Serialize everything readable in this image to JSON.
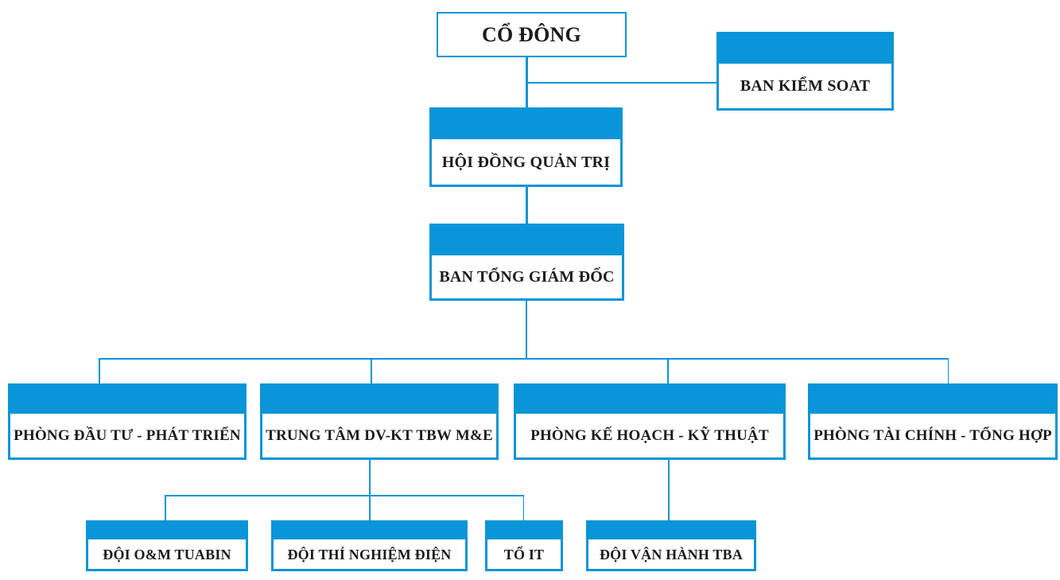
{
  "theme": {
    "accent_color": "#0995d7",
    "text_color": "#1d1b1c",
    "background_color": "#ffffff"
  },
  "org_chart": {
    "type": "organizational-chart",
    "nodes": {
      "shareholders": {
        "label": "CỔ ĐÔNG"
      },
      "supervisory_board": {
        "label": "BAN KIỂM SOAT"
      },
      "board_of_directors": {
        "label": "HỘI ĐỒNG QUẢN TRỊ"
      },
      "general_directorate": {
        "label": "BAN TỔNG GIÁM ĐỐC"
      },
      "dept_investment": {
        "label": "PHÒNG ĐẦU TƯ - PHÁT TRIỂN"
      },
      "dept_service_center": {
        "label": "TRUNG TÂM DV-KT TBW M&E"
      },
      "dept_planning": {
        "label": "PHÒNG KẾ HOẠCH - KỸ THUẬT"
      },
      "dept_finance": {
        "label": "PHÒNG TÀI CHÍNH - TỔNG HỢP"
      },
      "team_om_turbine": {
        "label": "ĐỘI O&M TUABIN"
      },
      "team_elec_testing": {
        "label": "ĐỘI THÍ NGHIỆM ĐIỆN"
      },
      "team_it": {
        "label": "TỔ IT"
      },
      "team_substation_ops": {
        "label": "ĐỘI VẬN HÀNH TBA"
      }
    },
    "edges": [
      [
        "shareholders",
        "board_of_directors"
      ],
      [
        "shareholders",
        "supervisory_board"
      ],
      [
        "board_of_directors",
        "general_directorate"
      ],
      [
        "general_directorate",
        "dept_investment"
      ],
      [
        "general_directorate",
        "dept_service_center"
      ],
      [
        "general_directorate",
        "dept_planning"
      ],
      [
        "general_directorate",
        "dept_finance"
      ],
      [
        "dept_service_center",
        "team_om_turbine"
      ],
      [
        "dept_service_center",
        "team_elec_testing"
      ],
      [
        "dept_service_center",
        "team_it"
      ],
      [
        "dept_planning",
        "team_substation_ops"
      ]
    ]
  }
}
